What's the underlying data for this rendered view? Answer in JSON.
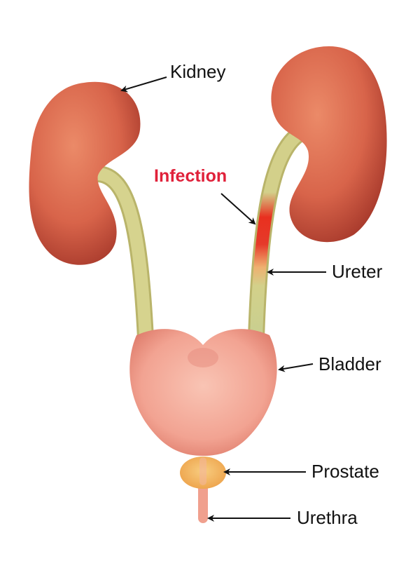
{
  "labels": {
    "kidney": "Kidney",
    "infection": "Infection",
    "ureter": "Ureter",
    "bladder": "Bladder",
    "prostate": "Prostate",
    "urethra": "Urethra"
  },
  "colors": {
    "kidney": "#d8644a",
    "ureter": "#d3d08a",
    "infection": "#e0213a",
    "bladder": "#f2a392",
    "prostate": "#f4b860",
    "urethra": "#f0a08e"
  }
}
